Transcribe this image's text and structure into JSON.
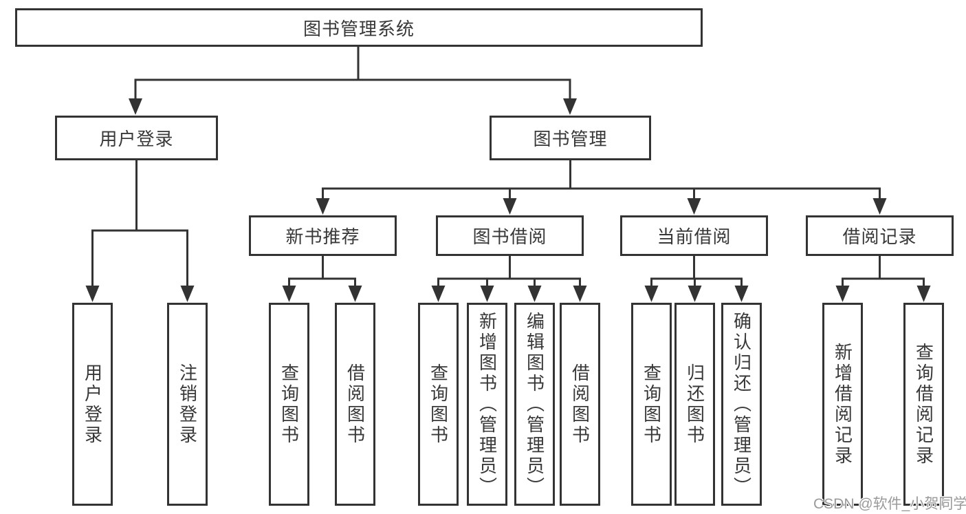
{
  "diagram": {
    "root": {
      "label": "图书管理系统"
    },
    "branches": [
      {
        "label": "用户登录",
        "children": [
          "用户登录",
          "注销登录"
        ]
      },
      {
        "label": "图书管理",
        "groups": [
          {
            "label": "新书推荐",
            "children": [
              "查询图书",
              "借阅图书"
            ]
          },
          {
            "label": "图书借阅",
            "children": [
              "查询图书",
              "新增图书（管理员）",
              "编辑图书（管理员）",
              "借阅图书"
            ]
          },
          {
            "label": "当前借阅",
            "children": [
              "查询图书",
              "归还图书",
              "确认归还（管理员）"
            ]
          },
          {
            "label": "借阅记录",
            "children": [
              "新增借阅记录",
              "查询借阅记录"
            ]
          }
        ]
      }
    ]
  },
  "watermark": "CSDN @软件_小贺同学",
  "colors": {
    "line": "#333333",
    "box_border": "#333333",
    "text": "#383838",
    "watermark": "#9a9a9a",
    "background": "#ffffff"
  }
}
